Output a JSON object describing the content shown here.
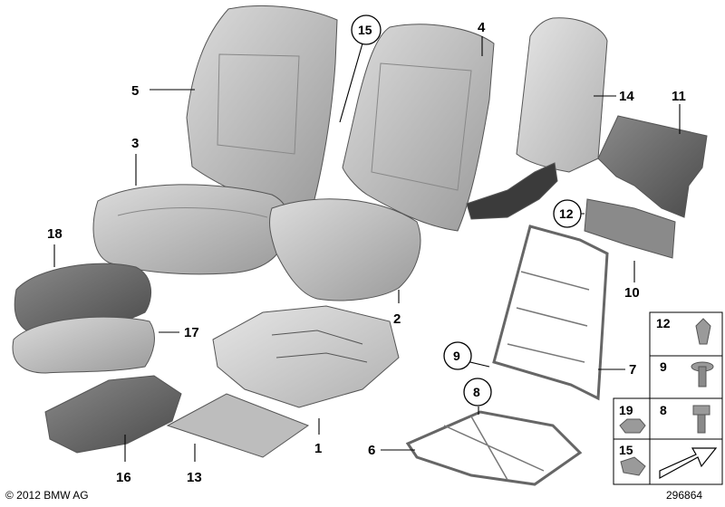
{
  "callouts": {
    "c1": "1",
    "c2": "2",
    "c3": "3",
    "c4": "4",
    "c5": "5",
    "c6": "6",
    "c7": "7",
    "c8": "8",
    "c9": "9",
    "c10": "10",
    "c11": "11",
    "c12": "12",
    "c13": "13",
    "c14": "14",
    "c15": "15",
    "c16": "16",
    "c17": "17",
    "c18": "18"
  },
  "fastener_table": {
    "r1": "12",
    "r2": "9",
    "r3a": "19",
    "r3b": "8",
    "r4": "15"
  },
  "footer": {
    "copyright": "© 2012 BMW AG",
    "diagram_id": "296864"
  },
  "colors": {
    "leather_light": "#c9c9c9",
    "leather_mid": "#a8a8a8",
    "leather_dark": "#6f6f6f",
    "foam": "#b5b5b5",
    "metal": "#8c8c8c",
    "outline": "#555555"
  }
}
